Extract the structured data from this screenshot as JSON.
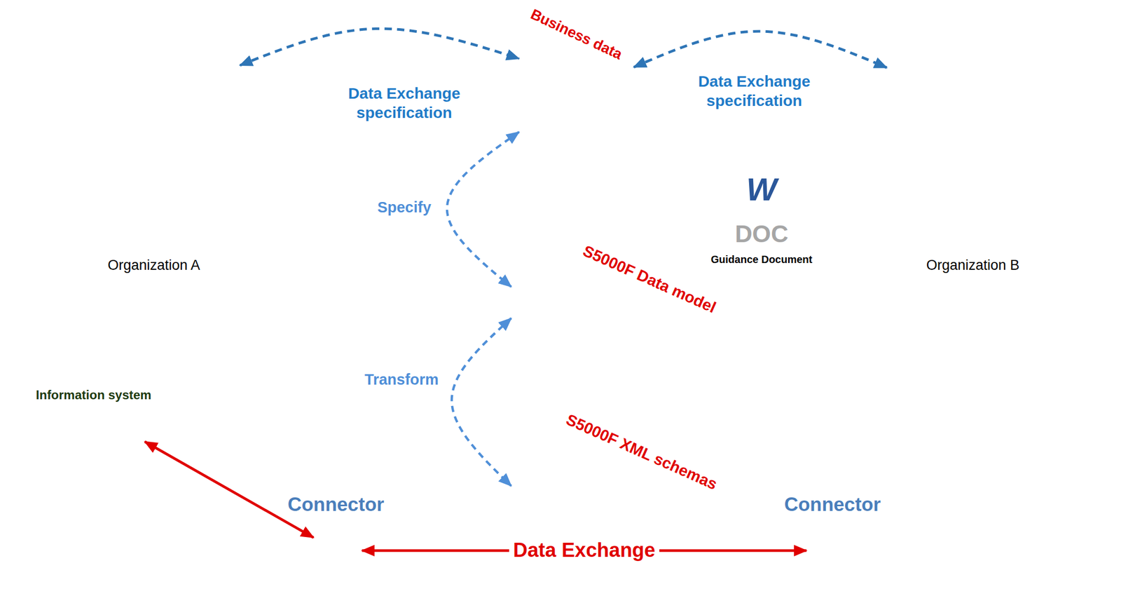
{
  "diagram": {
    "nodes": [
      {
        "text": [
          "Organization A"
        ]
      },
      {
        "text": [
          "Business data"
        ]
      },
      {
        "text": [
          "Organization B"
        ]
      },
      {
        "text": [
          "S5000F Data model"
        ]
      },
      {
        "text": [
          "W",
          "DOC",
          "Guidance Document"
        ]
      },
      {
        "text": [
          "Information system"
        ]
      },
      {
        "text": [
          "S5000F XML schemas"
        ]
      },
      {
        "text": [
          "Connector"
        ]
      },
      {
        "text": [
          "Connector"
        ]
      }
    ],
    "edges": [
      {
        "from": 0,
        "to": 1,
        "arrow": "both"
      },
      {
        "from": 1,
        "to": 2,
        "arrow": "both"
      },
      {
        "from": 1,
        "to": 3,
        "label": "Specify",
        "arrow": "both"
      },
      {
        "from": 3,
        "to": 6,
        "label": "Transform",
        "arrow": "both"
      },
      {
        "from": 5,
        "to": 7,
        "arrow": "both"
      },
      {
        "from": 7,
        "to": 8,
        "label": "Data Exchange",
        "arrow": "both"
      }
    ],
    "labels": [
      "Data Exchange specification",
      "Data Exchange specification"
    ]
  }
}
